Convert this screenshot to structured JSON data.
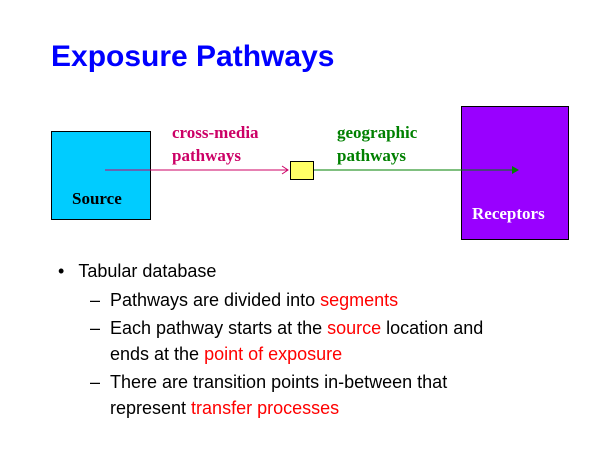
{
  "title": "Exposure Pathways",
  "diagram": {
    "source_label": "Source",
    "receptors_label": "Receptors",
    "cross_media": [
      "cross-media",
      "pathways"
    ],
    "geographic": [
      "geographic",
      "pathways"
    ],
    "colors": {
      "source": "#00ccff",
      "receptors": "#9900ff",
      "node": "#ffff66",
      "cross_media": "#cc0066",
      "geographic": "#008000"
    }
  },
  "bullets": {
    "main": "Tabular database",
    "sub1": {
      "a": "Pathways are divided into ",
      "b": "segments"
    },
    "sub2": {
      "a": "Each pathway starts at the ",
      "b": "source",
      "c": " location and",
      "d": "ends at the ",
      "e": "point of exposure"
    },
    "sub3": {
      "a": "There are transition points in-between that",
      "b": "represent ",
      "c": "transfer processes"
    }
  }
}
